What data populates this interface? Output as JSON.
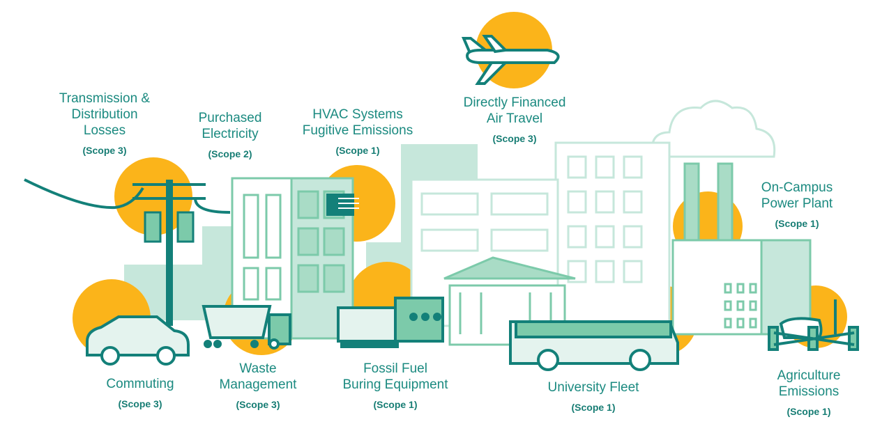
{
  "colors": {
    "yellow": "#fbb41a",
    "teal": "#138079",
    "light_green": "#c6e7db",
    "mid_green": "#7ccaaa",
    "pale": "#e4f3ee"
  },
  "labels": [
    {
      "id": "transmission",
      "lines": [
        "Transmission &",
        "Distribution",
        "Losses"
      ],
      "scope": "(Scope 3)"
    },
    {
      "id": "purchased",
      "lines": [
        "Purchased",
        "Electricity"
      ],
      "scope": "(Scope 2)"
    },
    {
      "id": "hvac",
      "lines": [
        "HVAC Systems",
        "Fugitive Emissions"
      ],
      "scope": "(Scope 1)"
    },
    {
      "id": "air",
      "lines": [
        "Directly Financed",
        "Air Travel"
      ],
      "scope": "(Scope 3)"
    },
    {
      "id": "power",
      "lines": [
        "On-Campus",
        "Power Plant"
      ],
      "scope": "(Scope 1)"
    },
    {
      "id": "commuting",
      "lines": [
        "Commuting"
      ],
      "scope": "(Scope 3)"
    },
    {
      "id": "waste",
      "lines": [
        "Waste",
        "Management"
      ],
      "scope": "(Scope 3)"
    },
    {
      "id": "fossil",
      "lines": [
        "Fossil Fuel",
        "Buring Equipment"
      ],
      "scope": "(Scope 1)"
    },
    {
      "id": "fleet",
      "lines": [
        "University Fleet"
      ],
      "scope": "(Scope 1)"
    },
    {
      "id": "agri",
      "lines": [
        "Agriculture",
        "Emissions"
      ],
      "scope": "(Scope 1)"
    }
  ]
}
